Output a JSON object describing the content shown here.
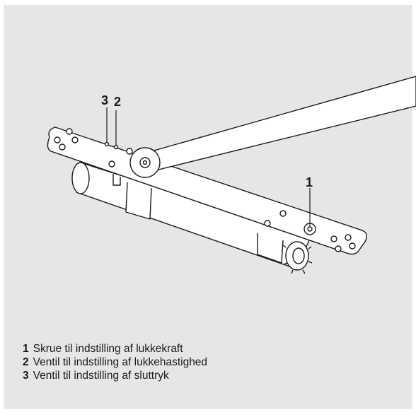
{
  "callouts": {
    "c1": "1",
    "c2": "2",
    "c3": "3"
  },
  "legend": [
    {
      "num": "1",
      "text": "Skrue til indstilling af lukkekraft"
    },
    {
      "num": "2",
      "text": "Ventil til indstilling af lukkehastighed"
    },
    {
      "num": "3",
      "text": "Ventil til indstilling af sluttryk"
    }
  ],
  "colors": {
    "background": "#e6e6e6",
    "line": "#1a1a1a",
    "part_fill": "#ffffff"
  }
}
